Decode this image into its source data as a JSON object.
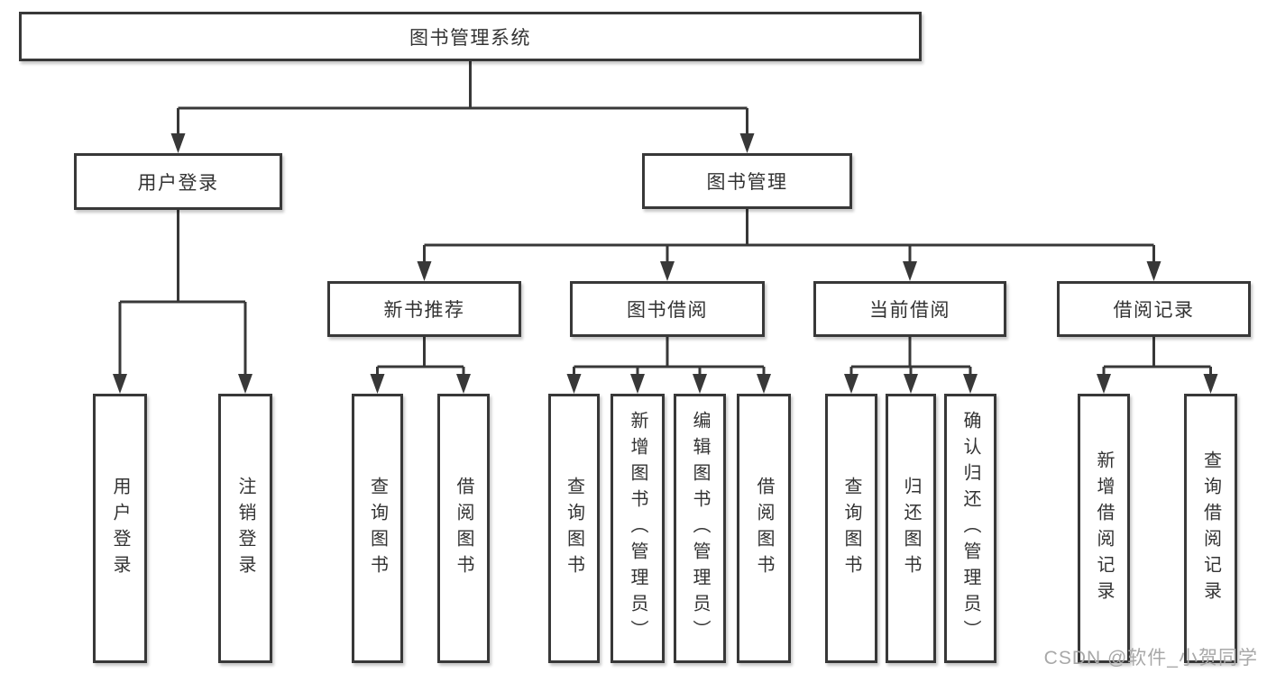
{
  "diagram": {
    "nodes": [
      {
        "id": "root",
        "label": "图书管理系统",
        "parent": null,
        "text_direction": "horizontal"
      },
      {
        "id": "user-login",
        "label": "用户登录",
        "parent": "root",
        "text_direction": "horizontal"
      },
      {
        "id": "book-mgmt",
        "label": "图书管理",
        "parent": "root",
        "text_direction": "horizontal"
      },
      {
        "id": "new-book-rec",
        "label": "新书推荐",
        "parent": "book-mgmt",
        "text_direction": "horizontal"
      },
      {
        "id": "book-borrow",
        "label": "图书借阅",
        "parent": "book-mgmt",
        "text_direction": "horizontal"
      },
      {
        "id": "current-borrow",
        "label": "当前借阅",
        "parent": "book-mgmt",
        "text_direction": "horizontal"
      },
      {
        "id": "borrow-records",
        "label": "借阅记录",
        "parent": "book-mgmt",
        "text_direction": "horizontal"
      },
      {
        "id": "leaf-user-login",
        "label": "用户登录",
        "parent": "user-login",
        "text_direction": "vertical"
      },
      {
        "id": "leaf-logout",
        "label": "注销登录",
        "parent": "user-login",
        "text_direction": "vertical"
      },
      {
        "id": "leaf-nbr-query",
        "label": "查询图书",
        "parent": "new-book-rec",
        "text_direction": "vertical"
      },
      {
        "id": "leaf-nbr-borrow",
        "label": "借阅图书",
        "parent": "new-book-rec",
        "text_direction": "vertical"
      },
      {
        "id": "leaf-bb-query",
        "label": "查询图书",
        "parent": "book-borrow",
        "text_direction": "vertical"
      },
      {
        "id": "leaf-bb-add",
        "label": "新增图书（管理员）",
        "parent": "book-borrow",
        "text_direction": "vertical"
      },
      {
        "id": "leaf-bb-edit",
        "label": "编辑图书（管理员）",
        "parent": "book-borrow",
        "text_direction": "vertical"
      },
      {
        "id": "leaf-bb-borrow",
        "label": "借阅图书",
        "parent": "book-borrow",
        "text_direction": "vertical"
      },
      {
        "id": "leaf-cb-query",
        "label": "查询图书",
        "parent": "current-borrow",
        "text_direction": "vertical"
      },
      {
        "id": "leaf-cb-return",
        "label": "归还图书",
        "parent": "current-borrow",
        "text_direction": "vertical"
      },
      {
        "id": "leaf-cb-confirm",
        "label": "确认归还（管理员）",
        "parent": "current-borrow",
        "text_direction": "vertical"
      },
      {
        "id": "leaf-br-add",
        "label": "新增借阅记录",
        "parent": "borrow-records",
        "text_direction": "vertical"
      },
      {
        "id": "leaf-br-query",
        "label": "查询借阅记录",
        "parent": "borrow-records",
        "text_direction": "vertical"
      }
    ]
  },
  "watermark": {
    "text": "CSDN @软件_小贺同学"
  },
  "colors": {
    "line": "#383838",
    "box_border": "#383838",
    "box_fill": "#ffffff",
    "text": "#333333",
    "watermark": "#a8a8a8"
  }
}
